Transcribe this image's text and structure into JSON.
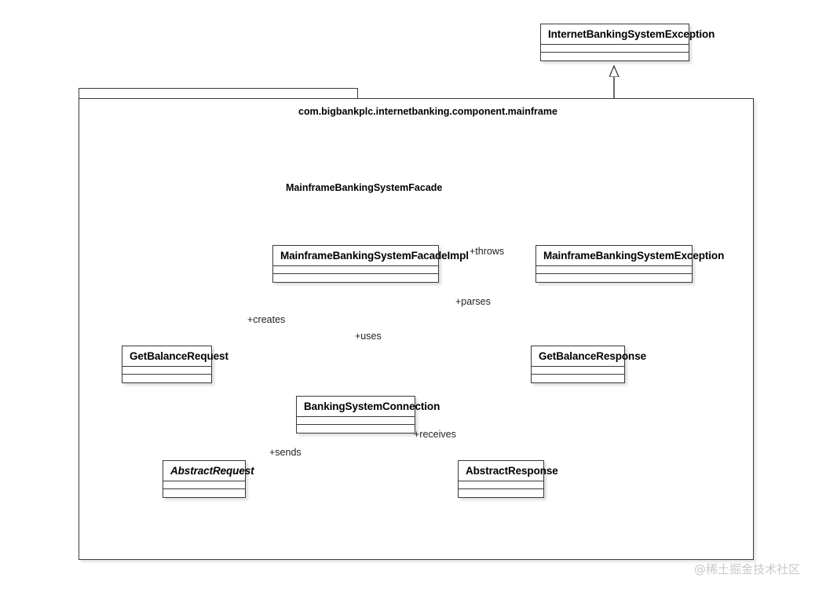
{
  "diagram": {
    "type": "uml-class-diagram",
    "background_color": "#ffffff",
    "line_color": "#3a3a3a",
    "text_color": "#000000"
  },
  "package": {
    "label": "com.bigbankplc.internetbanking.component.mainframe"
  },
  "interface_lollipop": {
    "label": "MainframeBankingSystemFacade"
  },
  "classes": [
    {
      "name": "InternetBankingSystemException",
      "abstract": false
    },
    {
      "name": "MainframeBankingSystemFacadeImpl",
      "abstract": false
    },
    {
      "name": "MainframeBankingSystemException",
      "abstract": false
    },
    {
      "name": "GetBalanceRequest",
      "abstract": false
    },
    {
      "name": "GetBalanceResponse",
      "abstract": false
    },
    {
      "name": "BankingSystemConnection",
      "abstract": false
    },
    {
      "name": "AbstractRequest",
      "abstract": true
    },
    {
      "name": "AbstractResponse",
      "abstract": false
    }
  ],
  "relationships": [
    {
      "label": "+throws",
      "kind": "dependency",
      "from": "MainframeBankingSystemFacadeImpl",
      "to": "MainframeBankingSystemException"
    },
    {
      "label": "+creates",
      "kind": "dependency",
      "from": "MainframeBankingSystemFacadeImpl",
      "to": "GetBalanceRequest"
    },
    {
      "label": "+uses",
      "kind": "dependency",
      "from": "MainframeBankingSystemFacadeImpl",
      "to": "BankingSystemConnection"
    },
    {
      "label": "+parses",
      "kind": "dependency",
      "from": "MainframeBankingSystemFacadeImpl",
      "to": "GetBalanceResponse"
    },
    {
      "label": "+sends",
      "kind": "dependency",
      "from": "BankingSystemConnection",
      "to": "AbstractRequest"
    },
    {
      "label": "+receives",
      "kind": "dependency",
      "from": "BankingSystemConnection",
      "to": "AbstractResponse"
    },
    {
      "label": "",
      "kind": "generalization",
      "from": "MainframeBankingSystemException",
      "to": "InternetBankingSystemException"
    },
    {
      "label": "",
      "kind": "generalization",
      "from": "GetBalanceRequest",
      "to": "AbstractRequest"
    },
    {
      "label": "",
      "kind": "generalization",
      "from": "GetBalanceResponse",
      "to": "AbstractResponse"
    }
  ],
  "watermark": {
    "text": "@稀土掘金技术社区"
  }
}
